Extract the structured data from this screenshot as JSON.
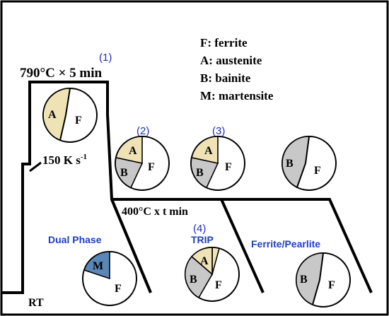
{
  "legend": [
    "F: ferrite",
    "A: austenite",
    "B: bainite",
    "M: martensite"
  ],
  "labels": {
    "intercritical": "790°C × 5  min",
    "cooling_rate_main": "150 K s",
    "cooling_rate_exp": "-1",
    "isothermal": "400°C x t min",
    "room_temp": "RT"
  },
  "steps": [
    "(1)",
    "(2)",
    "(3)",
    "(4)"
  ],
  "outcomes": {
    "dual_phase": "Dual Phase",
    "trip": "TRIP",
    "ferrite_pearlite": "Ferrite/Pearlite"
  },
  "phase_letters": {
    "F": "F",
    "A": "A",
    "B": "B",
    "M": "M"
  },
  "colors": {
    "austenite": "#efe3b6",
    "bainite": "#c8c8c8",
    "martensite": "#5b86b8",
    "ferrite": "#ffffff",
    "step_numbers": "#1f2fbf"
  }
}
